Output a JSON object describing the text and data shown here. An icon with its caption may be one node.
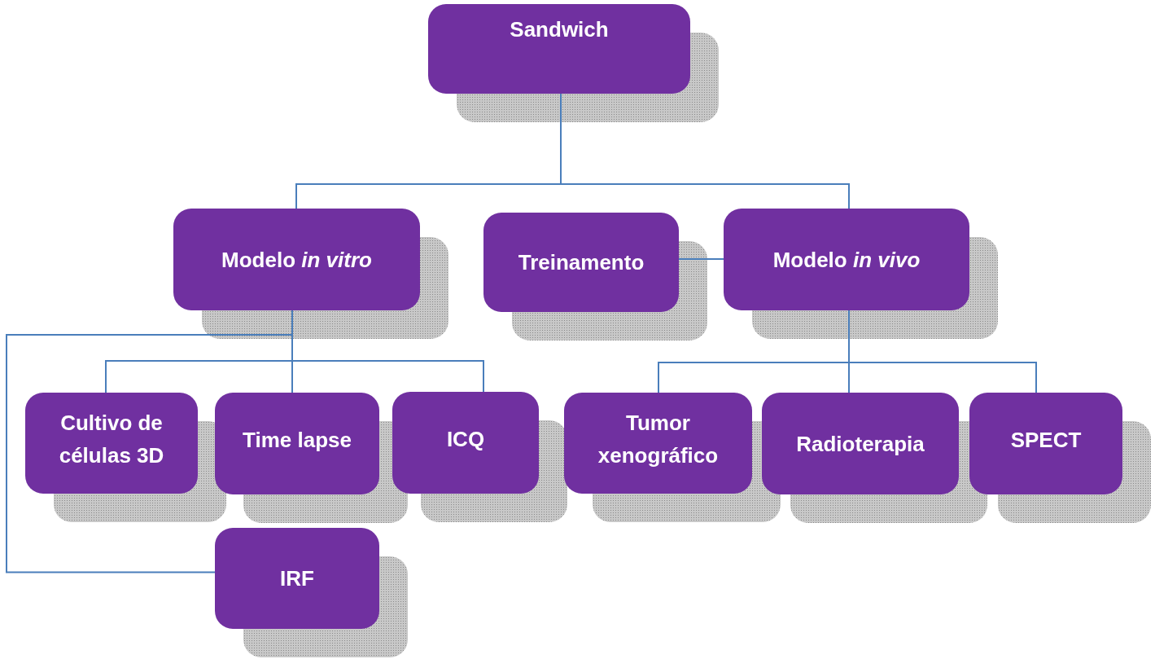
{
  "diagram": {
    "nodes": [
      {
        "text": [
          "Sandwich"
        ]
      },
      {
        "text": [
          "Modelo *in vitro*"
        ]
      },
      {
        "text": [
          "Treinamento"
        ]
      },
      {
        "text": [
          "Modelo *in vivo*"
        ]
      },
      {
        "text": [
          "Cultivo de células 3D"
        ]
      },
      {
        "text": [
          "Time lapse"
        ]
      },
      {
        "text": [
          "ICQ"
        ]
      },
      {
        "text": [
          "Tumor xenográfico"
        ]
      },
      {
        "text": [
          "Radioterapia"
        ]
      },
      {
        "text": [
          "SPECT"
        ]
      },
      {
        "text": [
          "IRF"
        ]
      }
    ],
    "edges": [
      {
        "from": 0,
        "to": 1,
        "arrow": "none"
      },
      {
        "from": 0,
        "to": 3,
        "arrow": "none"
      },
      {
        "from": 2,
        "to": 3,
        "arrow": "none"
      },
      {
        "from": 1,
        "to": 4,
        "arrow": "none"
      },
      {
        "from": 1,
        "to": 5,
        "arrow": "none"
      },
      {
        "from": 1,
        "to": 6,
        "arrow": "none"
      },
      {
        "from": 1,
        "to": 10,
        "arrow": "none"
      },
      {
        "from": 3,
        "to": 7,
        "arrow": "none"
      },
      {
        "from": 3,
        "to": 8,
        "arrow": "none"
      },
      {
        "from": 3,
        "to": 9,
        "arrow": "none"
      }
    ]
  }
}
